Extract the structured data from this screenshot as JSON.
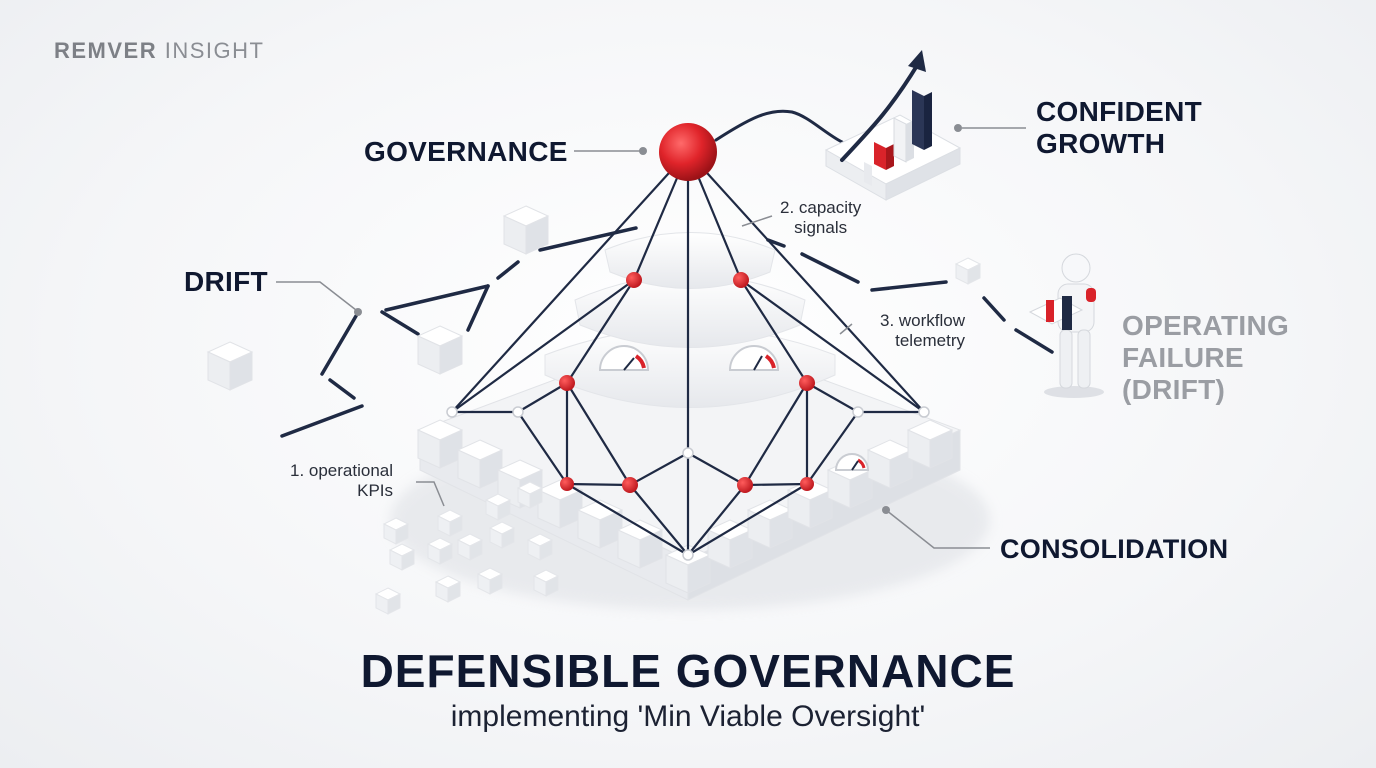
{
  "brand": {
    "bold": "REMVER",
    "light": "INSIGHT"
  },
  "labels": {
    "governance": "GOVERNANCE",
    "confident_growth_line1": "CONFIDENT",
    "confident_growth_line2": "GROWTH",
    "drift": "DRIFT",
    "operating_failure_line1": "OPERATING",
    "operating_failure_line2": "FAILURE",
    "operating_failure_line3": "(DRIFT)",
    "consolidation": "CONSOLIDATION",
    "capacity_signals_line1": "2. capacity",
    "capacity_signals_line2": "signals",
    "workflow_telemetry_line1": "3. workflow",
    "workflow_telemetry_line2": "telemetry",
    "operational_kpis_line1": "1. operational",
    "operational_kpis_line2": "KPIs"
  },
  "title": "DEFENSIBLE GOVERNANCE",
  "subtitle": "implementing 'Min Viable Oversight'",
  "colors": {
    "navy": "#1f2a44",
    "accent_red": "#d9232a",
    "leader_gray": "#8a8d93",
    "cube_white": "#f7f8fa"
  },
  "icons": [
    "gauge-icon",
    "bar-chart-icon",
    "growth-arrow-icon",
    "figure-icon",
    "cube-icon"
  ]
}
